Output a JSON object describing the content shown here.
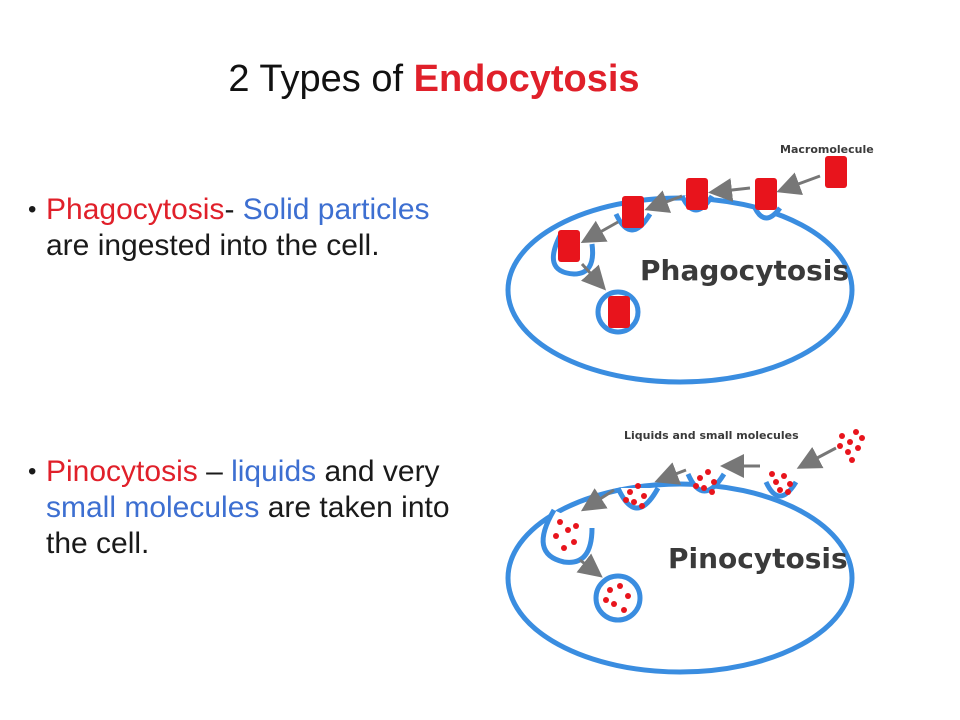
{
  "title": {
    "prefix": "2 Types of ",
    "emphasis": "Endocytosis"
  },
  "bullets": [
    {
      "term": "Phagocytosis",
      "sep": "- ",
      "blue1": "Solid particles",
      "mid": " are ingested into the cell.",
      "blue2": "",
      "end": ""
    },
    {
      "term": "Pinocytosis",
      "sep": " – ",
      "blue1": "liquids",
      "mid": " and very ",
      "blue2": "small molecules",
      "end": " are taken into the cell."
    }
  ],
  "diagrams": {
    "phago": {
      "label": "Phagocytosis",
      "annotation": "Macromolecule"
    },
    "pino": {
      "label": "Pinocytosis",
      "annotation": "Liquids and small molecules"
    }
  },
  "colors": {
    "membrane": "#3a8de0",
    "particle": "#e8141c",
    "emphasis": "#e0202a",
    "accent_text": "#3d6fd1",
    "arrow": "#777777"
  }
}
